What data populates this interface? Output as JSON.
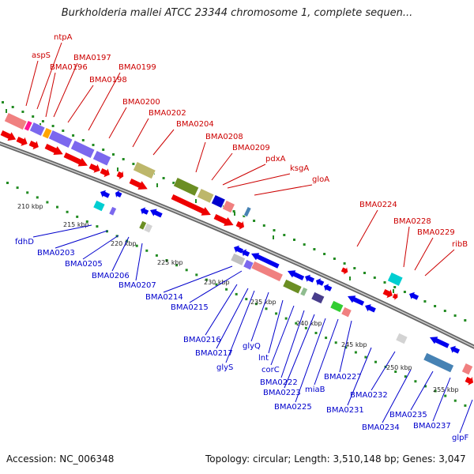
{
  "title": "Burkholderia mallei ATCC 23344 chromosome 1, complete sequen...",
  "footer": {
    "accession": "Accession: NC_006348",
    "topology": "Topology: circular; Length: 3,510,148 bp; Genes: 3,047"
  },
  "colors": {
    "forward_label": "#cc0000",
    "reverse_label": "#0000cc",
    "forward_arrow": "#ee0000",
    "reverse_arrow": "#0000ee",
    "backbone": "#7f7f7f",
    "ruler_dots": "#228b22"
  },
  "ticks": [
    "210 kbp",
    "215 kbp",
    "220 kbp",
    "225 kbp",
    "230 kbp",
    "235 kbp",
    "240 kbp",
    "245 kbp",
    "250 kbp",
    "255 kbp"
  ],
  "forward_genes": [
    "ntpA",
    "aspS",
    "BMA0197",
    "BMA0196",
    "BMA0198",
    "BMA0199",
    "BMA0200",
    "BMA0202",
    "BMA0204",
    "BMA0208",
    "BMA0209",
    "pdxA",
    "ksgA",
    "gloA",
    "BMA0224",
    "BMA0228",
    "BMA0229",
    "ribB"
  ],
  "reverse_genes": [
    "fdhD",
    "BMA0203",
    "BMA0205",
    "BMA0206",
    "BMA0207",
    "BMA0214",
    "BMA0215",
    "BMA0216",
    "BMA0217",
    "glyS",
    "glyQ",
    "lnt",
    "corC",
    "BMA0222",
    "BMA0223",
    "BMA0225",
    "miaB",
    "BMA0227",
    "BMA0231",
    "BMA0232",
    "BMA0234",
    "BMA0235",
    "BMA0237",
    "glpF"
  ]
}
